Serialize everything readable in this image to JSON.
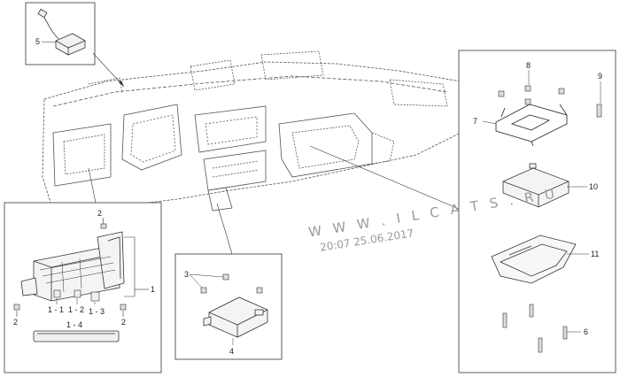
{
  "watermark": {
    "site": "W W W . I L C A T S . R U",
    "timestamp": "20:07 25.06.2017"
  },
  "callouts": {
    "c1": "1",
    "c1_1": "1 - 1",
    "c1_2": "1 - 2",
    "c1_3": "1 - 3",
    "c1_4": "1 - 4",
    "c2_top": "2",
    "c2_left": "2",
    "c2_right": "2",
    "c3": "3",
    "c4": "4",
    "c5": "5",
    "c6": "6",
    "c7": "7",
    "c8": "8",
    "c9": "9",
    "c10": "10",
    "c11": "11"
  }
}
